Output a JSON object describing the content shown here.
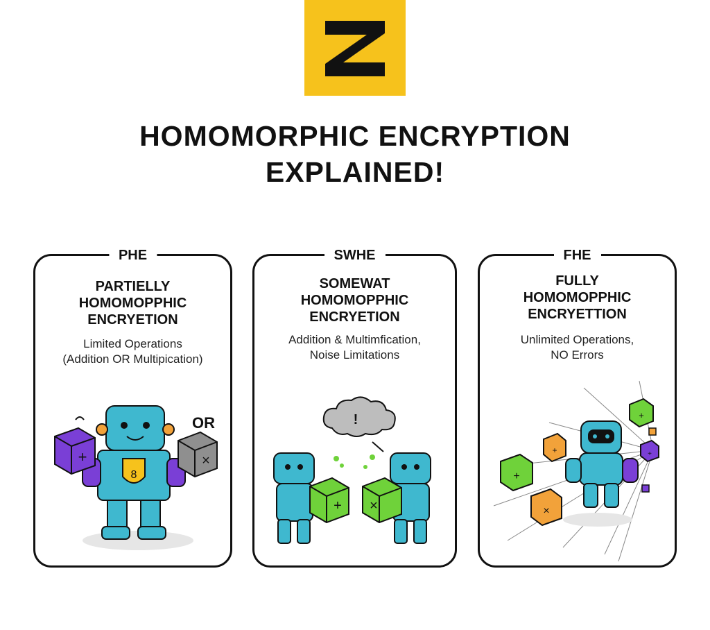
{
  "title": {
    "line1": "HOMOMORPHIC ENCRYPTION",
    "line2": "EXPLAINED!"
  },
  "cards": [
    {
      "tag": "PHE",
      "heading": [
        "PARTIELLY",
        "HOMOMOPPHIC",
        "ENCRYETION"
      ],
      "description": [
        "Limited Operations",
        "(Addition OR Multipication)"
      ],
      "art_label": "OR",
      "cube_symbols": [
        "+",
        "×"
      ]
    },
    {
      "tag": "SWHE",
      "heading": [
        "SOMEWAT",
        "HOMOMOPPHIC",
        "ENCRYETION"
      ],
      "description": [
        "Addition & Multimfication,",
        "Noise Limitations"
      ],
      "cloud_symbol": "!",
      "cube_symbols": [
        "+",
        "×"
      ]
    },
    {
      "tag": "FHE",
      "heading": [
        "FULLY",
        "HOMOMOPPHIC",
        "ENCRYETTION"
      ],
      "description": [
        "Unlimited Operations,",
        "NO Errors"
      ],
      "cube_symbols": [
        "+",
        "+",
        "×",
        "+",
        "+"
      ]
    }
  ],
  "colors": {
    "logo_bg": "#f6c21c",
    "robot": "#3fb8cf",
    "accent_purple": "#7a3fd6",
    "cube_green": "#6fd23a",
    "cube_gray": "#8f8f8f",
    "cube_orange": "#f2a23a"
  }
}
